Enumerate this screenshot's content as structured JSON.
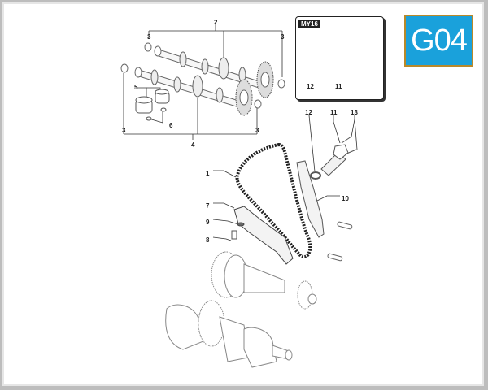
{
  "badge": {
    "label": "G04",
    "bg_color": "#1aa1db",
    "border_color": "#b8892a"
  },
  "inset": {
    "tag": "MY16",
    "callouts": [
      "12",
      "11"
    ]
  },
  "callouts": [
    {
      "id": "c2",
      "label": "2"
    },
    {
      "id": "c3a",
      "label": "3"
    },
    {
      "id": "c3b",
      "label": "3"
    },
    {
      "id": "c3c",
      "label": "3"
    },
    {
      "id": "c3d",
      "label": "3"
    },
    {
      "id": "c4",
      "label": "4"
    },
    {
      "id": "c5",
      "label": "5"
    },
    {
      "id": "c6",
      "label": "6"
    },
    {
      "id": "c1",
      "label": "1"
    },
    {
      "id": "c7",
      "label": "7"
    },
    {
      "id": "c9",
      "label": "9"
    },
    {
      "id": "c8",
      "label": "8"
    },
    {
      "id": "c12",
      "label": "12"
    },
    {
      "id": "c11",
      "label": "11"
    },
    {
      "id": "c13",
      "label": "13"
    },
    {
      "id": "c10",
      "label": "10"
    }
  ],
  "parts": [
    "camshaft-upper",
    "camshaft-lower",
    "camshaft-seals",
    "tappets",
    "shims",
    "timing-chain",
    "chain-tensioner-slipper",
    "chain-guide",
    "tensioner",
    "tensioner-seal-ring",
    "tensioner-bolts",
    "dowel-pins",
    "balance-shaft",
    "crankshaft"
  ]
}
